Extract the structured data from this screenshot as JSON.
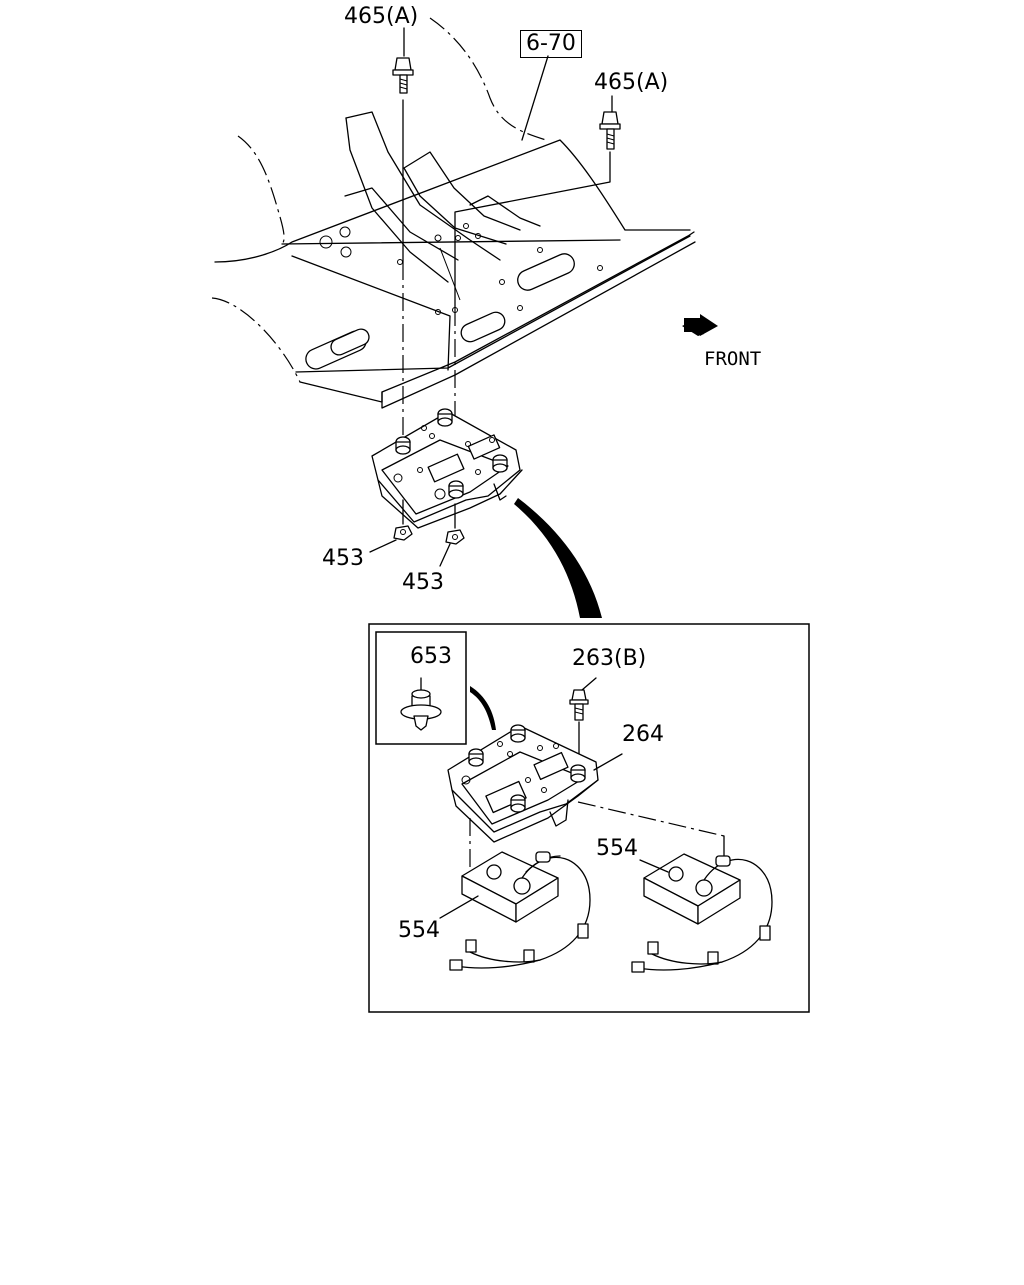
{
  "diagram": {
    "labels": {
      "bolt_top_left": "465(A)",
      "bolt_top_right": "465(A)",
      "ref_box": "6-70",
      "front": "FRONT",
      "nut_left": "453",
      "nut_right": "453",
      "clip": "653",
      "bolt_detail": "263(B)",
      "bracket": "264",
      "sensor_right": "554",
      "sensor_left": "554"
    }
  }
}
